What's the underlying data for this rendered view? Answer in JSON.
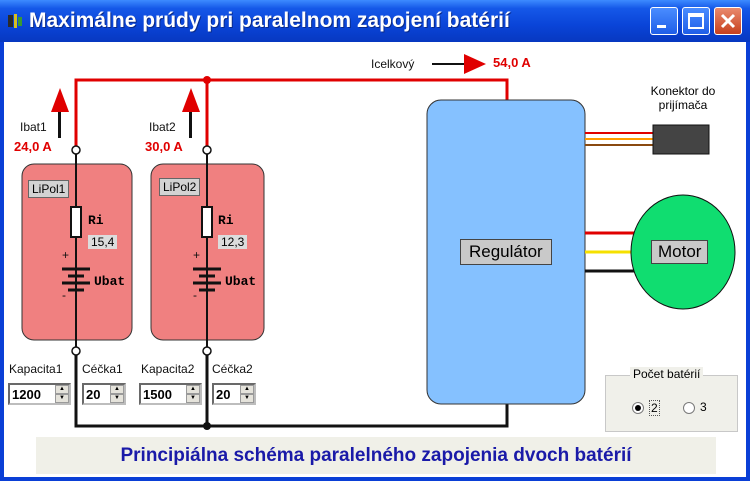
{
  "window": {
    "title": "Maximálne prúdy pri paralelnom zapojení batérií",
    "minimize_glyph": "_",
    "maximize_glyph": "□",
    "close_glyph": "✕"
  },
  "colors": {
    "title_bar": "#0a44d8",
    "wire_red": "#e00000",
    "battery_fill": "#f08080",
    "regulator_fill": "#85c1ff",
    "motor_fill": "#10dd70",
    "connector_fill": "#444444",
    "caption_text": "#1a1aa8"
  },
  "schema": {
    "icelkovy_label": "Icelkový",
    "icelkovy_value": "54,0 A",
    "battery1": {
      "current_label": "Ibat1",
      "current_value": "24,0 A",
      "name": "LiPol1",
      "ri_label": "Ri",
      "ri_value": "15,4",
      "plus": "+",
      "minus": "-",
      "ubat_label": "Ubat",
      "capacity_label": "Kapacita1",
      "capacity_value": "1200",
      "cecka_label": "Céčka1",
      "cecka_value": "20"
    },
    "battery2": {
      "current_label": "Ibat2",
      "current_value": "30,0 A",
      "name": "LiPol2",
      "ri_label": "Ri",
      "ri_value": "12,3",
      "plus": "+",
      "minus": "-",
      "ubat_label": "Ubat",
      "capacity_label": "Kapacita2",
      "capacity_value": "1500",
      "cecka_label": "Céčka2",
      "cecka_value": "20"
    },
    "regulator_label": "Regulátor",
    "connector_label_line1": "Konektor do",
    "connector_label_line2": "prijímača",
    "motor_label": "Motor"
  },
  "battery_count": {
    "legend": "Počet batérií",
    "options": [
      {
        "label": "2",
        "checked": true
      },
      {
        "label": "3",
        "checked": false
      }
    ]
  },
  "caption": "Principiálna schéma paralelného zapojenia dvoch batérií"
}
